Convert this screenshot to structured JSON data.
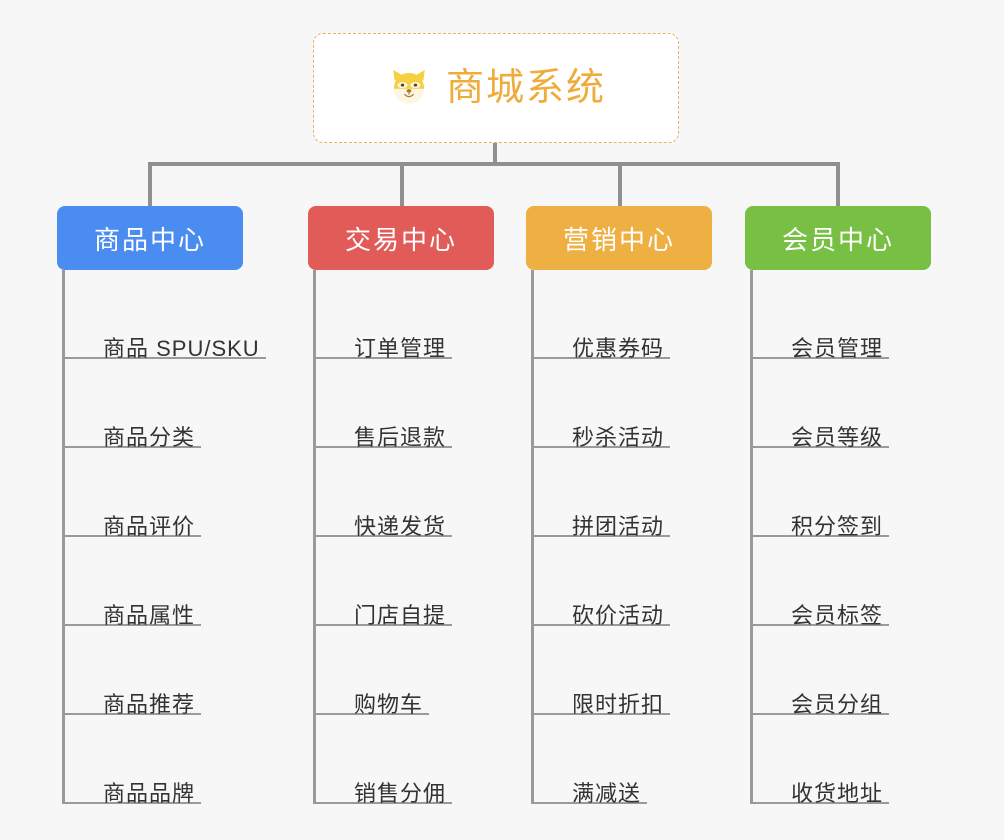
{
  "background_color": "#f7f7f7",
  "root": {
    "title": "商城系统",
    "icon": "shiba-dog-face-icon",
    "text_color": "#eeac3a",
    "border_color": "#e8b35c",
    "background": "#ffffff"
  },
  "connector_color": "#909090",
  "categories": [
    {
      "label": "商品中心",
      "color": "#4a8cf0",
      "items": [
        "商品 SPU/SKU",
        "商品分类",
        "商品评价",
        "商品属性",
        "商品推荐",
        "商品品牌"
      ]
    },
    {
      "label": "交易中心",
      "color": "#e15b58",
      "items": [
        "订单管理",
        "售后退款",
        "快递发货",
        "门店自提",
        "购物车",
        "销售分佣"
      ]
    },
    {
      "label": "营销中心",
      "color": "#eeb042",
      "items": [
        "优惠券码",
        "秒杀活动",
        "拼团活动",
        "砍价活动",
        "限时折扣",
        "满减送"
      ]
    },
    {
      "label": "会员中心",
      "color": "#77c043",
      "items": [
        "会员管理",
        "会员等级",
        "积分签到",
        "会员标签",
        "会员分组",
        "收货地址"
      ]
    }
  ]
}
